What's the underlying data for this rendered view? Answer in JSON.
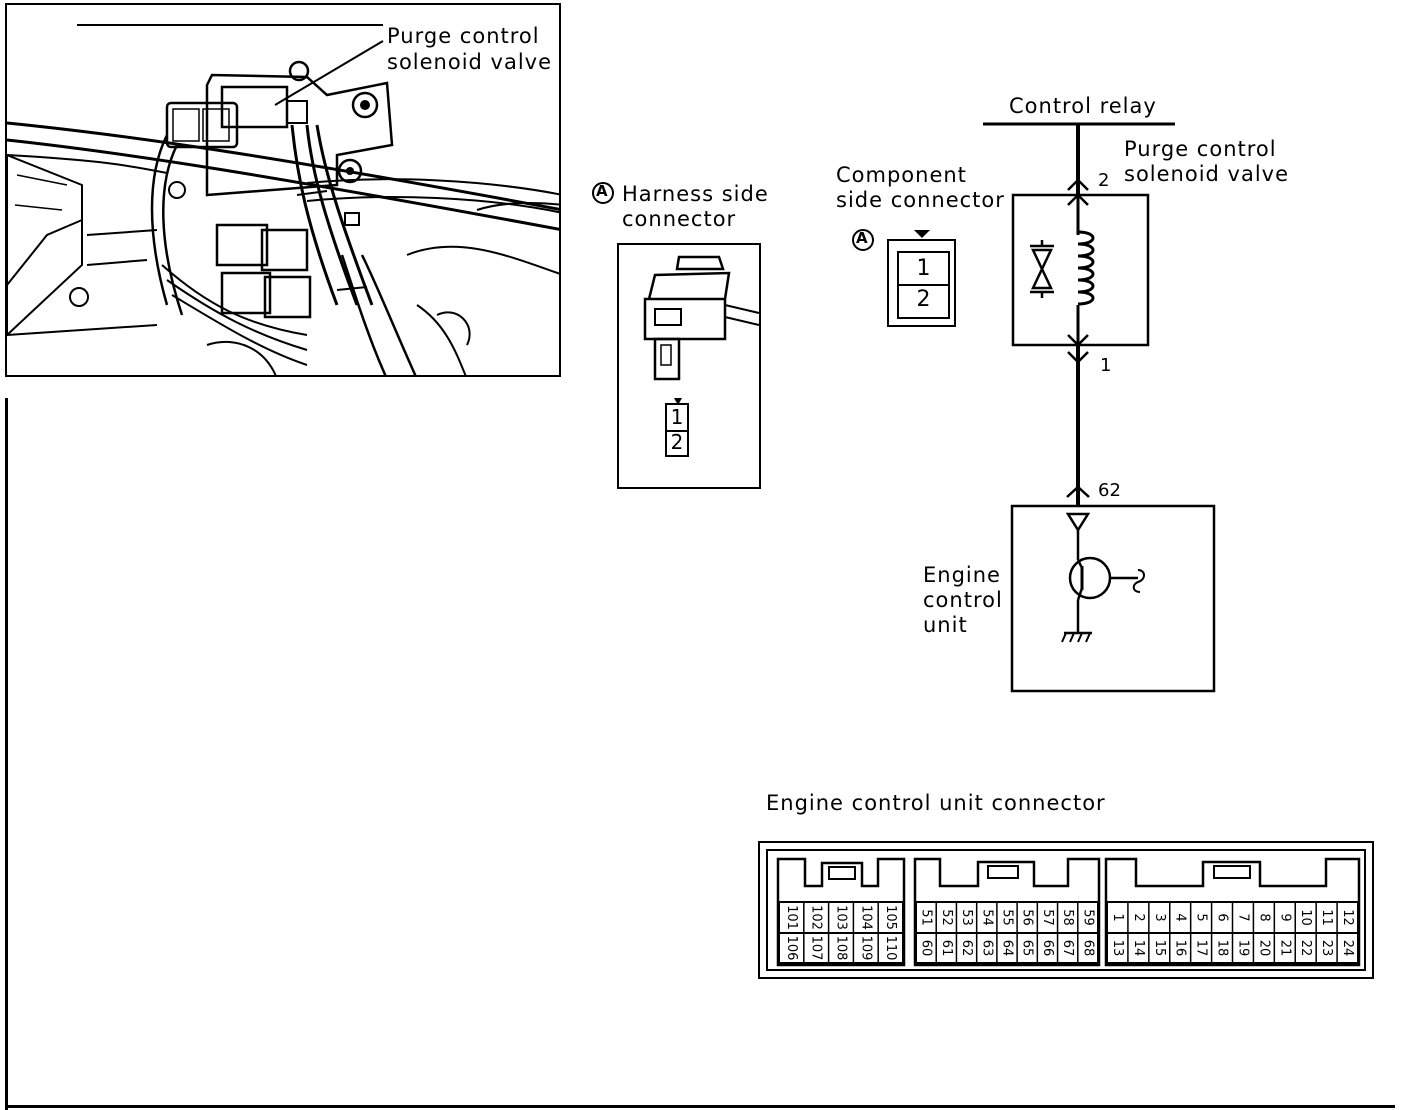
{
  "photo": {
    "callout": "Purge control\nsolenoid valve"
  },
  "harness": {
    "marker": "A",
    "title": "Harness side\nconnector",
    "pins": [
      "1",
      "2"
    ]
  },
  "component": {
    "marker": "A",
    "title": "Component\nside connector",
    "pins": [
      "1",
      "2"
    ]
  },
  "schematic": {
    "relay_label": "Control relay",
    "valve_label": "Purge control\nsolenoid valve",
    "pin_top": "2",
    "pin_bottom": "1",
    "pin_ecu": "62",
    "ecu_label": "Engine\ncontrol\nunit"
  },
  "ecu_connector": {
    "title": "Engine control unit connector",
    "group_a": {
      "top": [
        "101",
        "102",
        "103",
        "104",
        "105"
      ],
      "bottom": [
        "106",
        "107",
        "108",
        "109",
        "110"
      ]
    },
    "group_b": {
      "top": [
        "51",
        "52",
        "53",
        "54",
        "55",
        "56",
        "57",
        "58",
        "59"
      ],
      "bottom": [
        "60",
        "61",
        "62",
        "63",
        "64",
        "65",
        "66",
        "67",
        "68"
      ]
    },
    "group_c": {
      "top": [
        "1",
        "2",
        "3",
        "4",
        "5",
        "6",
        "7",
        "8",
        "9",
        "10",
        "11",
        "12"
      ],
      "bottom": [
        "13",
        "14",
        "15",
        "16",
        "17",
        "18",
        "19",
        "20",
        "21",
        "22",
        "23",
        "24"
      ]
    }
  }
}
